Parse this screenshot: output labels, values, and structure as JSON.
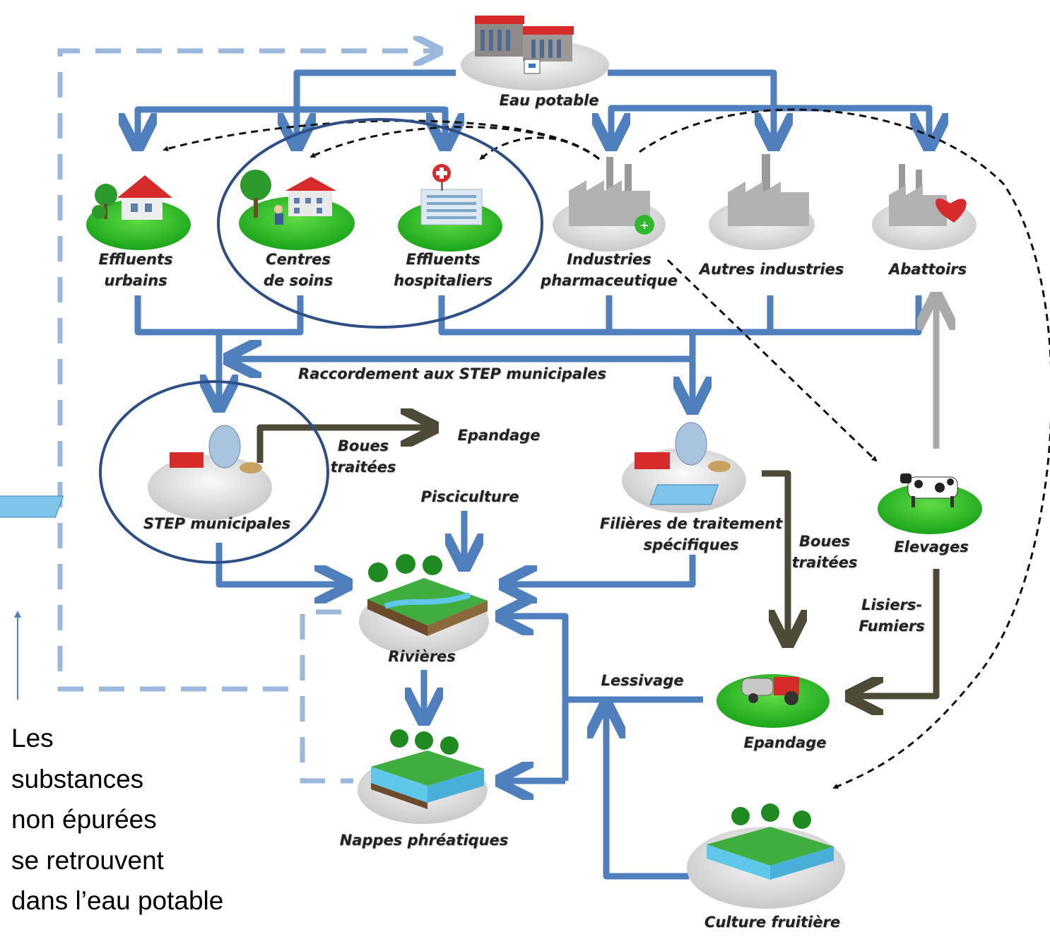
{
  "colors": {
    "flow_blue": "#4f7fbd",
    "dashed_blue": "#9bb7dc",
    "sludge": "#4d4a38",
    "livestock_gray": "#a9a9a9",
    "circle": "#2e4f86",
    "ground_green": "#2eb82e"
  },
  "nodes": {
    "eau_potable": "Eau potable",
    "effluents_urbains": [
      "Effluents",
      "urbains"
    ],
    "centres_de_soins": [
      "Centres",
      "de soins"
    ],
    "effluents_hospitaliers": [
      "Effluents",
      "hospitaliers"
    ],
    "industries_pharma": [
      "Industries",
      "pharmaceutique"
    ],
    "autres_industries": "Autres industries",
    "abattoirs": "Abattoirs",
    "step_municipales": "STEP municipales",
    "filieres": [
      "Filières de traitement",
      "spécifiques"
    ],
    "elevages": "Elevages",
    "rivieres": "Rivières",
    "nappes": "Nappes phréatiques",
    "epandage_field": "Epandage",
    "culture_fruitiere": "Culture fruitière"
  },
  "flow_labels": {
    "raccordement": "Raccordement aux STEP municipales",
    "epandage_top": "Epandage",
    "boues_traitees_1": [
      "Boues",
      "traitées"
    ],
    "boues_traitees_2": [
      "Boues",
      "traitées"
    ],
    "pisciculture": "Pisciculture",
    "lisiers": [
      "Lisiers-",
      "Fumiers"
    ],
    "lessivage": "Lessivage"
  },
  "icons": [
    "water-treatment-building-icon",
    "house-icon",
    "clinic-icon",
    "hospital-icon",
    "factory-icon",
    "slaughterhouse-icon",
    "treatment-plant-icon",
    "river-icon",
    "aquifer-icon",
    "cow-icon",
    "tractor-icon",
    "orchard-icon"
  ],
  "caption": [
    "Les",
    "substances",
    "non épurées",
    "se retrouvent",
    "dans l’eau potable"
  ]
}
